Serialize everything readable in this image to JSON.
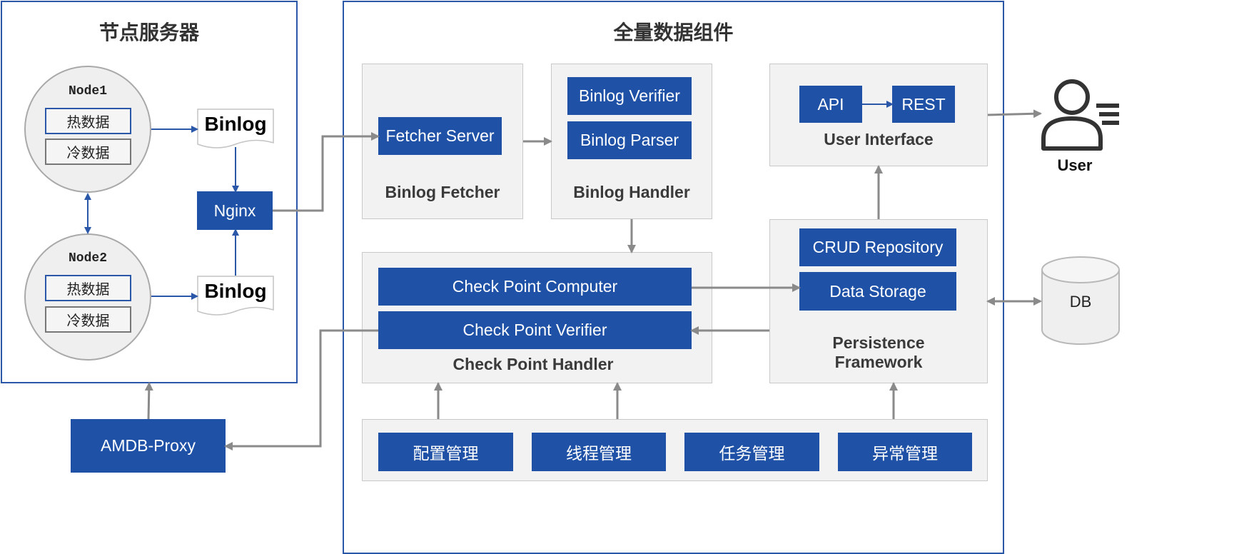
{
  "colors": {
    "accent": "#1f52a6",
    "panel": "#f2f2f2",
    "arrow_gray": "#8a8a8a"
  },
  "node_server": {
    "title": "节点服务器",
    "nodes": [
      {
        "name": "Node1",
        "hot": "热数据",
        "cold": "冷数据"
      },
      {
        "name": "Node2",
        "hot": "热数据",
        "cold": "冷数据"
      }
    ],
    "binlog_top": "Binlog",
    "binlog_bottom": "Binlog",
    "nginx": "Nginx"
  },
  "component": {
    "title": "全量数据组件",
    "binlog_fetcher": {
      "label": "Binlog Fetcher",
      "server": "Fetcher Server"
    },
    "binlog_handler": {
      "label": "Binlog Handler",
      "verifier": "Binlog Verifier",
      "parser": "Binlog Parser"
    },
    "user_interface": {
      "label": "User Interface",
      "api": "API",
      "rest": "REST"
    },
    "checkpoint_handler": {
      "label": "Check Point Handler",
      "computer": "Check Point Computer",
      "verifier": "Check Point Verifier"
    },
    "persistence": {
      "label_line1": "Persistence",
      "label_line2": "Framework",
      "crud": "CRUD Repository",
      "storage": "Data Storage"
    },
    "management": [
      "配置管理",
      "线程管理",
      "任务管理",
      "异常管理"
    ]
  },
  "external": {
    "proxy": "AMDB-Proxy",
    "db": "DB",
    "user": "User",
    "icons": {
      "user": "user-icon",
      "db": "database-icon",
      "binlog": "document-icon"
    }
  }
}
